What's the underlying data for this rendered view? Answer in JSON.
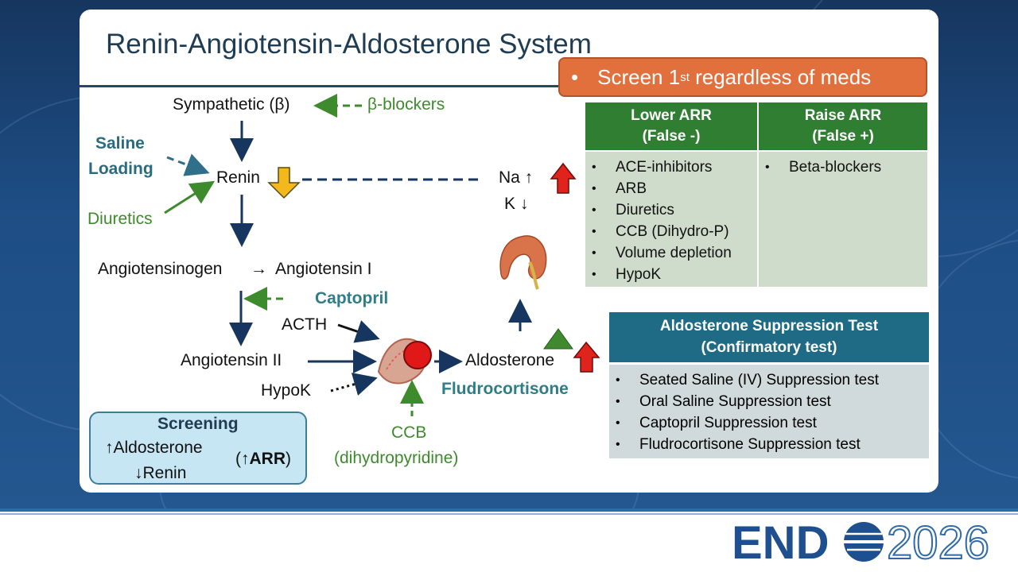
{
  "slide": {
    "title": "Renin-Angiotensin-Aldosterone System",
    "screen_note": {
      "bullet": "•",
      "text_pre": "Screen 1",
      "superscript": "st",
      "text_post": " regardless of meds"
    }
  },
  "diagram": {
    "sympathetic": "Sympathetic (β)",
    "beta_blockers": "β-blockers",
    "saline_loading_1": "Saline",
    "saline_loading_2": "Loading",
    "renin": "Renin",
    "diuretics": "Diuretics",
    "na": "Na ↑",
    "k": "K ↓",
    "angiotensinogen": "Angiotensinogen",
    "arrow_symbol": "→",
    "angiotensin_1": "Angiotensin I",
    "captopril": "Captopril",
    "acth": "ACTH",
    "angiotensin_2": "Angiotensin II",
    "aldosterone": "Aldosterone",
    "hypok": "HypoK",
    "fludrocortisone": "Fludrocortisone",
    "ccb_1": "CCB",
    "ccb_2": "(dihydropyridine)"
  },
  "screening": {
    "title": "Screening",
    "numerator": "↑Aldosterone",
    "denominator": "↓Renin",
    "suffix_pre": "(↑",
    "suffix_bold": "ARR",
    "suffix_post": ")"
  },
  "arr_table": {
    "headers": [
      {
        "line1": "Lower ARR",
        "line2": "(False -)"
      },
      {
        "line1": "Raise ARR",
        "line2": "(False +)"
      }
    ],
    "lower_items": [
      "ACE-inhibitors",
      "ARB",
      "Diuretics",
      "CCB (Dihydro-P)",
      "Volume depletion",
      "HypoK"
    ],
    "raise_items": [
      "Beta-blockers"
    ]
  },
  "suppression": {
    "title_1": "Aldosterone Suppression Test",
    "title_2": "(Confirmatory test)",
    "items": [
      "Seated Saline (IV) Suppression test",
      "Oral Saline Suppression test",
      "Captopril Suppression test",
      "Fludrocortisone Suppression test"
    ]
  },
  "logo": {
    "brand": "END",
    "year": "2026"
  },
  "colors": {
    "title": "#1f3c52",
    "orange": "#e2703c",
    "green_header": "#2f7e32",
    "green_body": "#cfdccb",
    "teal_header": "#1f6b85",
    "drug_green": "#3d8b2c",
    "red_arrow": "#e0231c",
    "yellow_arrow": "#f2b81c",
    "navy": "#16365f"
  }
}
